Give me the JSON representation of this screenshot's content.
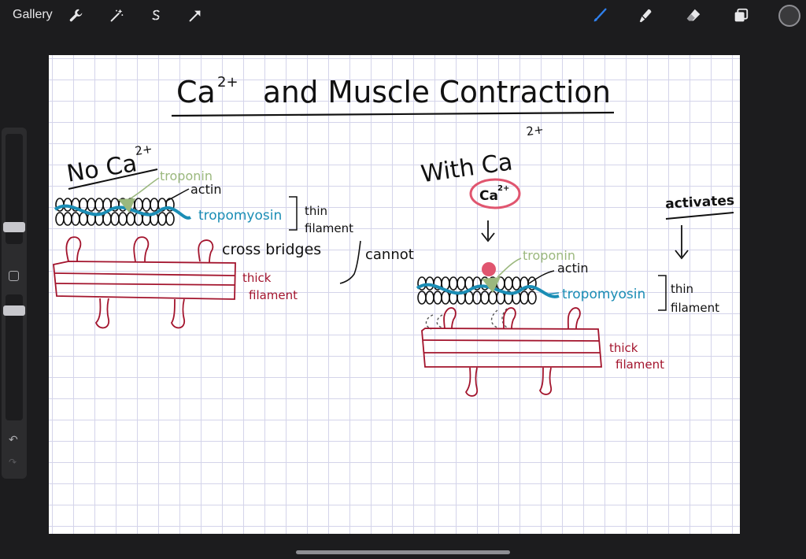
{
  "app": {
    "gallery_label": "Gallery",
    "toolbar_left": [
      {
        "name": "wrench-icon"
      },
      {
        "name": "magic-wand-icon"
      },
      {
        "name": "selection-s-icon"
      },
      {
        "name": "transform-arrow-icon"
      }
    ],
    "toolbar_right": [
      {
        "name": "brush-icon",
        "active_color": "#2f80ed"
      },
      {
        "name": "smudge-icon"
      },
      {
        "name": "eraser-icon"
      },
      {
        "name": "layers-icon"
      },
      {
        "name": "color-picker-icon"
      }
    ]
  },
  "canvas": {
    "title_main": "Ca",
    "title_sup": "2+",
    "title_rest": "and Muscle Contraction",
    "left": {
      "heading": "No Ca",
      "heading_sup": "2+",
      "troponin": "troponin",
      "actin": "actin",
      "tropomyosin": "tropomyosin",
      "thin": "thin",
      "thin2": "filament",
      "cross_bridges": "cross bridges",
      "thick": "thick",
      "thick2": "filament",
      "cannot": "cannot"
    },
    "right": {
      "heading": "With Ca",
      "heading_sup": "2+",
      "ca_circle": "Ca",
      "ca_circle_sup": "2+",
      "troponin": "troponin",
      "actin": "actin",
      "tropomyosin": "tropomyosin",
      "thin": "thin",
      "thin2": "filament",
      "thick": "thick",
      "thick2": "filament",
      "activates": "activates"
    }
  },
  "colors": {
    "ink": "#111111",
    "green": "#9bb87e",
    "blue": "#1a8db5",
    "red": "#a3142d",
    "pink": "#e0556f",
    "toolbar_active": "#2f80ed"
  }
}
